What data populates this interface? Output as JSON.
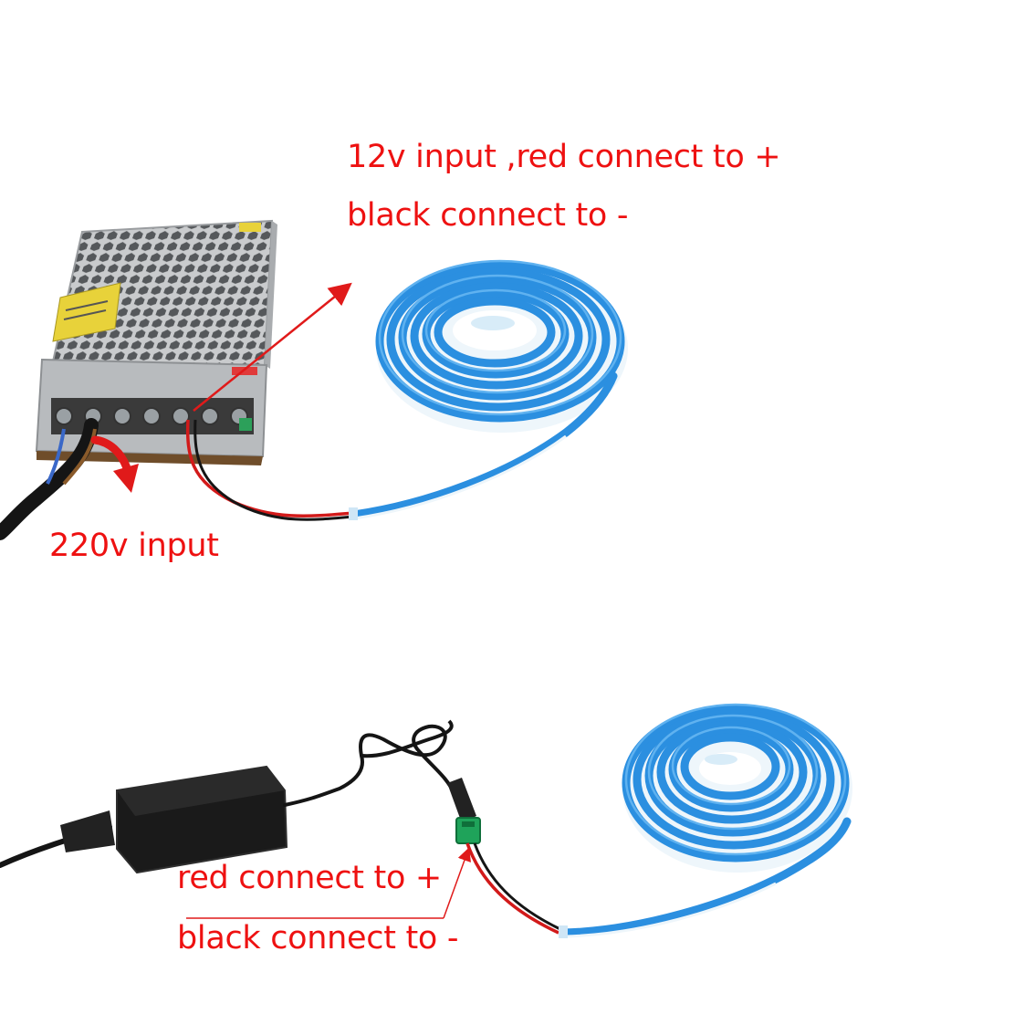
{
  "top": {
    "label_line1": "12v input ,red connect to +",
    "label_line2": "black connect to -",
    "label_ac": "220v input"
  },
  "bottom": {
    "label_red": "red connect to +",
    "label_black": "black connect to -"
  },
  "colors": {
    "label_red": "#ee1111",
    "strip_blue": "#2b8fe0",
    "strip_blue_light": "#5fb2f0",
    "strip_white": "#eef6fb",
    "psu_metal": "#c8cacc",
    "adapter_black": "#1a1a1a",
    "wire_red": "#d21a1a",
    "wire_black": "#151515",
    "connector_green": "#1fa35a"
  },
  "icons": [
    "power-supply-unit",
    "led-neon-strip-coil",
    "power-adapter",
    "dc-connector"
  ]
}
